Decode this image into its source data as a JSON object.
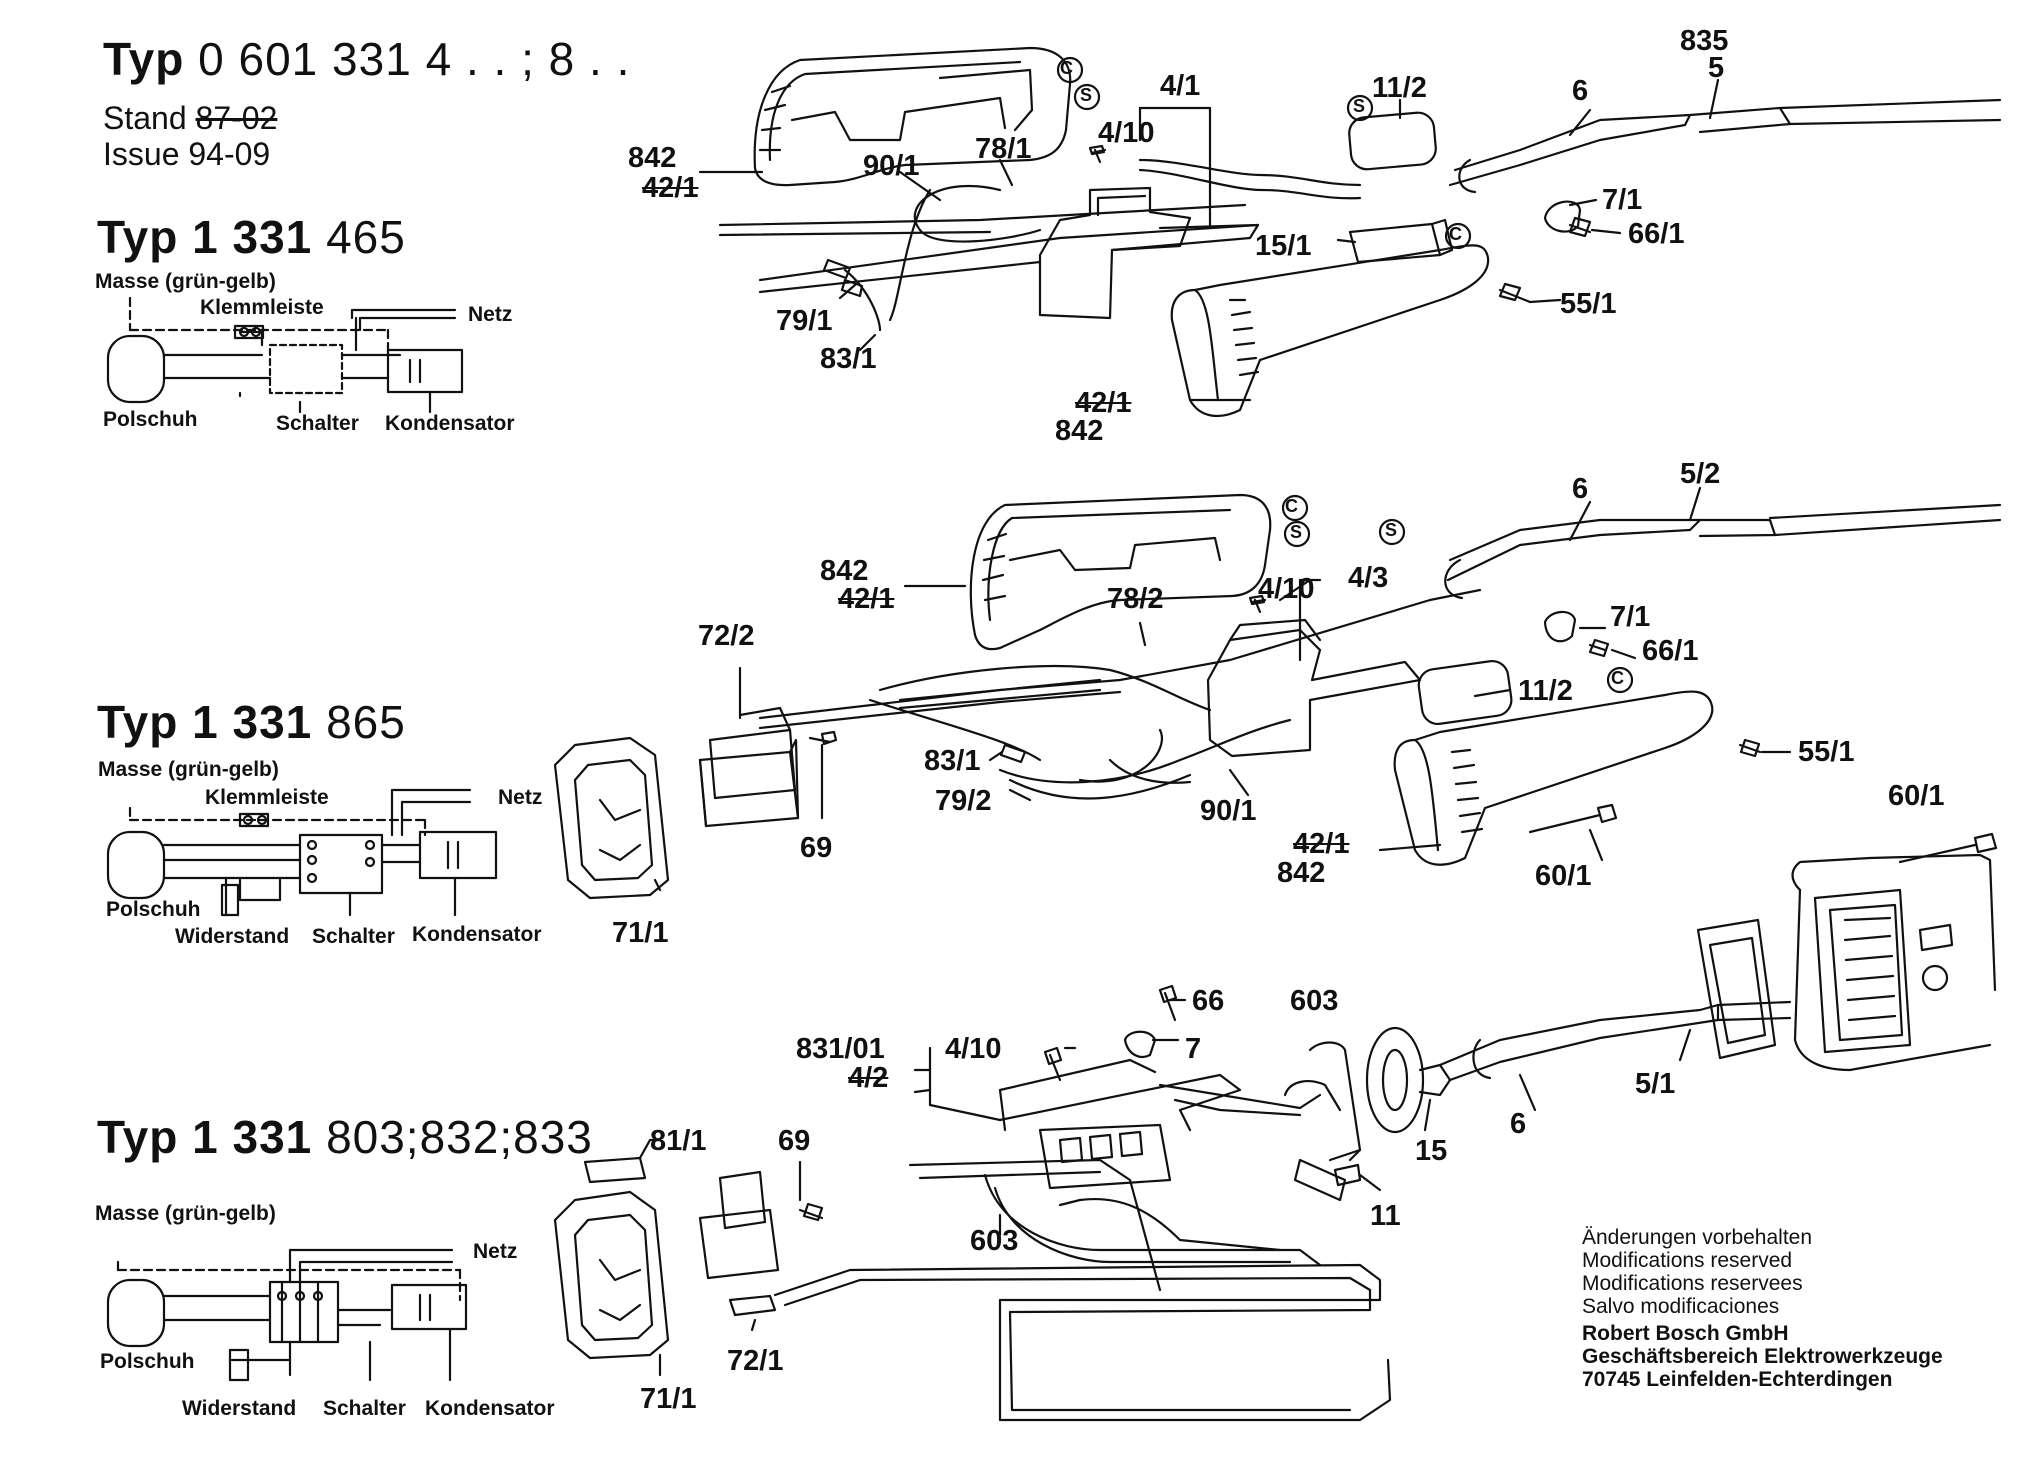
{
  "header": {
    "typ_word": "Typ",
    "typ_number": "0 601 331",
    "typ_suffix": "4 . . ; 8 . .",
    "stand_label": "Stand",
    "stand_value": "87-02",
    "issue_label": "Issue",
    "issue_value": "94-09"
  },
  "sections": [
    {
      "typ_word": "Typ",
      "typ_prefix": "1 331",
      "typ_variant": "465",
      "circuit": {
        "masse": "Masse (grün-gelb)",
        "klemmleiste": "Klemmleiste",
        "netz": "Netz",
        "polschuh": "Polschuh",
        "schalter": "Schalter",
        "kondensator": "Kondensator"
      },
      "parts": [
        "842",
        "42/1",
        "90/1",
        "78/1",
        "4/10",
        "4/1",
        "11/2",
        "6",
        "835",
        "5",
        "7/1",
        "66/1",
        "15/1",
        "55/1",
        "79/1",
        "83/1",
        "42/1",
        "842"
      ]
    },
    {
      "typ_word": "Typ",
      "typ_prefix": "1 331",
      "typ_variant": "865",
      "circuit": {
        "masse": "Masse (grün-gelb)",
        "klemmleiste": "Klemmleiste",
        "netz": "Netz",
        "polschuh": "Polschuh",
        "widerstand": "Widerstand",
        "schalter": "Schalter",
        "kondensator": "Kondensator"
      },
      "parts": [
        "842",
        "42/1",
        "78/2",
        "4/10",
        "4/3",
        "6",
        "5/2",
        "7/1",
        "66/1",
        "72/2",
        "11/2",
        "55/1",
        "83/1",
        "79/2",
        "69",
        "90/1",
        "42/1",
        "842",
        "60/1",
        "71/1",
        "60/1"
      ]
    },
    {
      "typ_word": "Typ",
      "typ_prefix": "1 331",
      "typ_variant": "803;832;833",
      "circuit": {
        "masse": "Masse (grün-gelb)",
        "netz": "Netz",
        "polschuh": "Polschuh",
        "widerstand": "Widerstand",
        "schalter": "Schalter",
        "kondensator": "Kondensator"
      },
      "parts": [
        "66",
        "603",
        "831/01",
        "4/10",
        "7",
        "4/2",
        "5/1",
        "6",
        "15",
        "81/1",
        "69",
        "603",
        "11",
        "72/1",
        "71/1"
      ]
    }
  ],
  "circle_markers": {
    "c": "C",
    "s": "S"
  },
  "footer_note": {
    "lines": [
      "Änderungen vorbehalten",
      "Modifications reserved",
      "Modifications reservees",
      "Salvo modificaciones"
    ],
    "company": [
      "Robert Bosch GmbH",
      "Geschäftsbereich Elektrowerkzeuge",
      "70745 Leinfelden-Echterdingen"
    ]
  }
}
